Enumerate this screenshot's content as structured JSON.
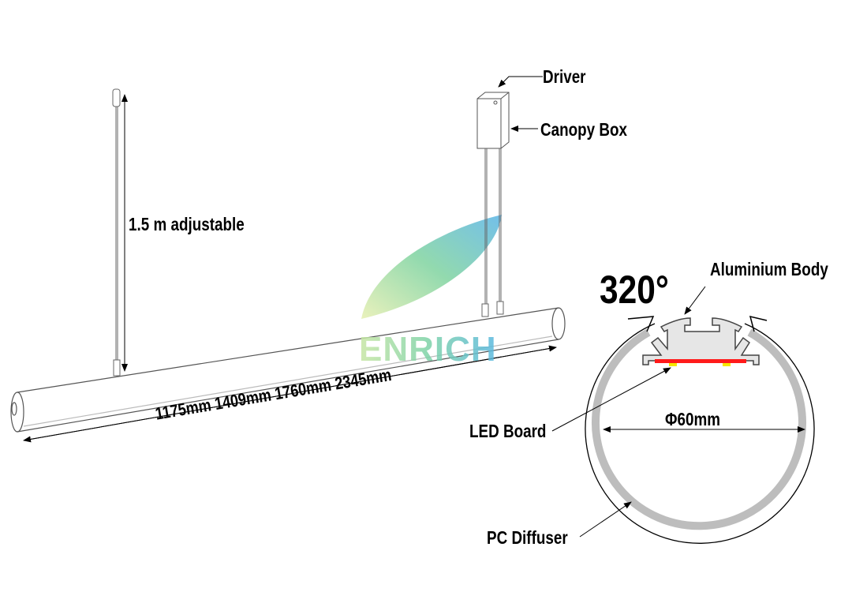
{
  "labels": {
    "driver": "Driver",
    "canopy_box": "Canopy Box",
    "adjustable": "1.5 m adjustable",
    "lengths": "1175mm 1409mm 1760mm 2345mm",
    "angle": "320°",
    "aluminium_body": "Aluminium Body",
    "led_board": "LED Board",
    "diameter": "Φ60mm",
    "pc_diffuser": "PC Diffuser"
  },
  "logo": {
    "text": "ENRICH"
  },
  "colors": {
    "led_board": "#ff1a1a",
    "led_chip": "#f5e600",
    "diffuser": "#bdbdbd"
  }
}
